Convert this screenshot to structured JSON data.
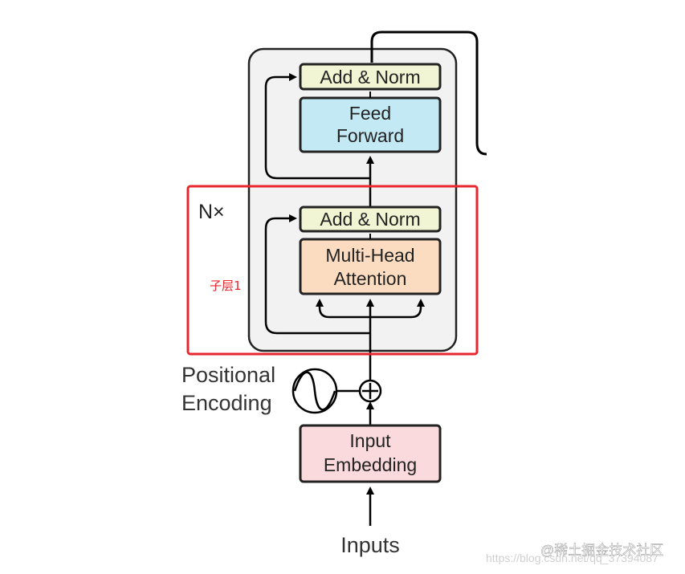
{
  "diagram": {
    "nx_label": "N×",
    "red_label": "子层1",
    "ffn": {
      "line1": "Feed",
      "line2": "Forward"
    },
    "add_norm_top": "Add & Norm",
    "add_norm_bottom": "Add & Norm",
    "mha": {
      "line1": "Multi-Head",
      "line2": "Attention"
    },
    "positional": {
      "line1": "Positional",
      "line2": "Encoding"
    },
    "embedding": {
      "line1": "Input",
      "line2": "Embedding"
    },
    "inputs": "Inputs",
    "plus_symbol": "+"
  },
  "watermark": {
    "url": "https://blog.csdn.net/qq_37394087",
    "brand": "@稀土掘金技术社区"
  },
  "colors": {
    "add_norm": "#f2f5d3",
    "feed_forward": "#c3e9f4",
    "multi_head": "#fbdcc0",
    "embedding": "#fadadd",
    "encoder_bg": "#f2f2f2",
    "highlight": "#e8262d",
    "red_label": "#e8262d"
  }
}
